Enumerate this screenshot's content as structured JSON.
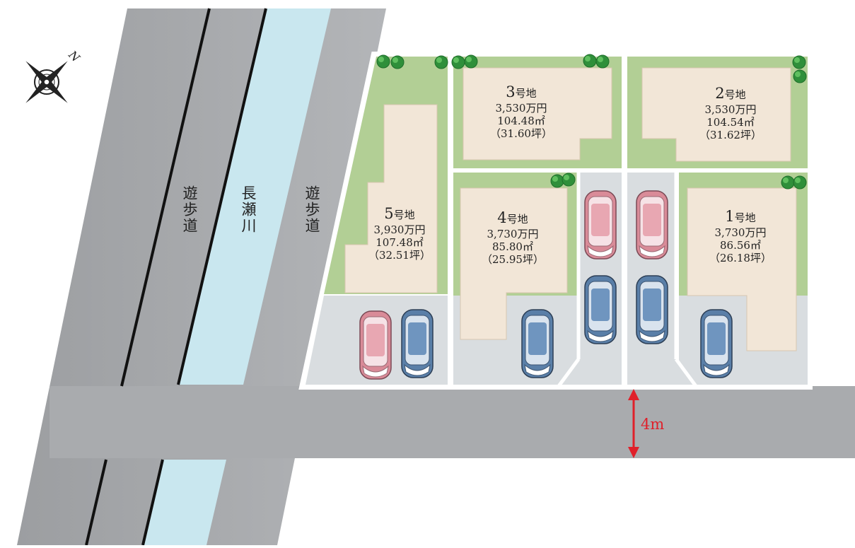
{
  "roads": {
    "left_sidewalk": "遊歩道",
    "river": "長瀬川",
    "right_sidewalk": "遊歩道"
  },
  "compass": {
    "north": "N",
    "icon": "compass-rose-icon"
  },
  "road_width": "4m",
  "lots": [
    {
      "no": "1",
      "suffix": "号地",
      "price": "3,730万円",
      "area_m2": "86.56㎡",
      "area_tsubo": "（26.18坪）"
    },
    {
      "no": "2",
      "suffix": "号地",
      "price": "3,530万円",
      "area_m2": "104.54㎡",
      "area_tsubo": "（31.62坪）"
    },
    {
      "no": "3",
      "suffix": "号地",
      "price": "3,530万円",
      "area_m2": "104.48㎡",
      "area_tsubo": "（31.60坪）"
    },
    {
      "no": "4",
      "suffix": "号地",
      "price": "3,730万円",
      "area_m2": "85.80㎡",
      "area_tsubo": "（25.95坪）"
    },
    {
      "no": "5",
      "suffix": "号地",
      "price": "3,930万円",
      "area_m2": "107.48㎡",
      "area_tsubo": "（32.51坪）"
    }
  ],
  "colors": {
    "road": "#a9abae",
    "river": "#c9e7ef",
    "lawn": "#b2cf95",
    "house": "#f2e6d7",
    "parking": "#d9dde0",
    "car_red": "#d98b98",
    "car_blue": "#5a7fa8",
    "dimension": "#e0202a"
  }
}
